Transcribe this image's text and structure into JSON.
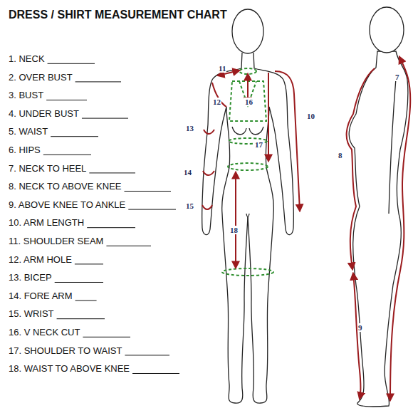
{
  "diagram": {
    "title": "DRESS / SHIRT MEASUREMENT CHART",
    "labels": [
      "1. NECK",
      "2. OVER BUST",
      "3. BUST",
      "4. UNDER BUST",
      "5. WAIST",
      "6. HIPS",
      "7. NECK TO HEEL",
      "8. NECK TO ABOVE KNEE",
      "9. ABOVE KNEE TO ANKLE",
      "10. ARM LENGTH",
      "11. SHOULDER SEAM",
      "12. ARM HOLE",
      "13. BICEP",
      "14. FORE ARM",
      "15. WRIST",
      "16. V NECK CUT",
      "17. SHOULDER TO WAIST",
      "18. WAIST TO ABOVE KNEE",
      "11",
      "12",
      "16",
      "10",
      "13",
      "17",
      "14",
      "15",
      "18",
      "7",
      "8",
      "9"
    ]
  }
}
